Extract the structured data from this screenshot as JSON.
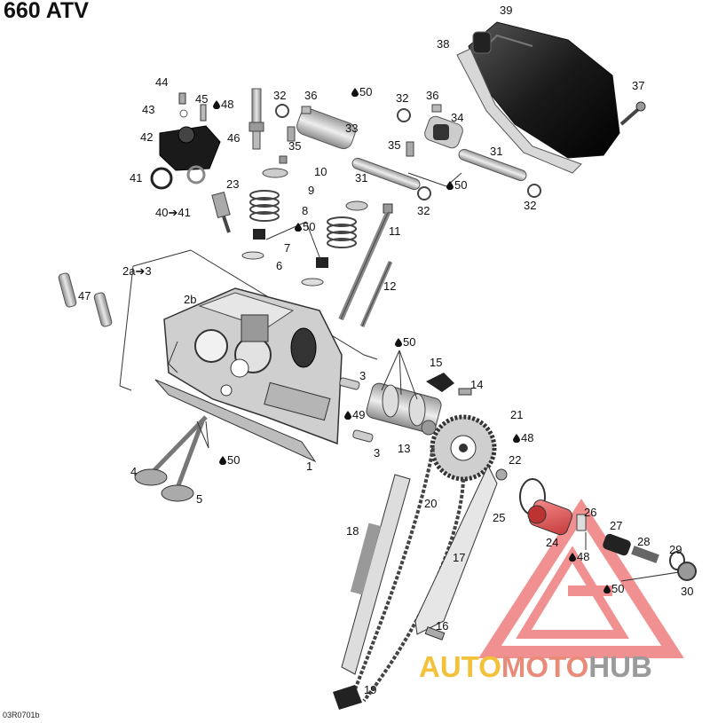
{
  "diagram": {
    "title": "660 ATV",
    "reference_code": "03R0701b",
    "callouts": [
      {
        "id": "c39",
        "text": "39"
      },
      {
        "id": "c38",
        "text": "38"
      },
      {
        "id": "c37",
        "text": "37"
      },
      {
        "id": "c44",
        "text": "44"
      },
      {
        "id": "c45",
        "text": "45"
      },
      {
        "id": "c48a",
        "text": "48",
        "drop": true
      },
      {
        "id": "c43",
        "text": "43"
      },
      {
        "id": "c42",
        "text": "42"
      },
      {
        "id": "c46",
        "text": "46"
      },
      {
        "id": "c32a",
        "text": "32"
      },
      {
        "id": "c36a",
        "text": "36"
      },
      {
        "id": "c50a",
        "text": "50",
        "drop": true
      },
      {
        "id": "c32b",
        "text": "32"
      },
      {
        "id": "c36b",
        "text": "36"
      },
      {
        "id": "c33",
        "text": "33"
      },
      {
        "id": "c34",
        "text": "34"
      },
      {
        "id": "c35a",
        "text": "35"
      },
      {
        "id": "c35b",
        "text": "35"
      },
      {
        "id": "c31a",
        "text": "31"
      },
      {
        "id": "c31b",
        "text": "31"
      },
      {
        "id": "c50b",
        "text": "50",
        "drop": true
      },
      {
        "id": "c10",
        "text": "10"
      },
      {
        "id": "c41",
        "text": "41"
      },
      {
        "id": "c9",
        "text": "9"
      },
      {
        "id": "c23",
        "text": "23"
      },
      {
        "id": "c32c",
        "text": "32"
      },
      {
        "id": "c32d",
        "text": "32"
      },
      {
        "id": "c40",
        "text": "40➔41"
      },
      {
        "id": "c8",
        "text": "8"
      },
      {
        "id": "c50c",
        "text": "50",
        "drop": true
      },
      {
        "id": "c11",
        "text": "11"
      },
      {
        "id": "c7",
        "text": "7"
      },
      {
        "id": "c2a",
        "text": "2a➔3"
      },
      {
        "id": "c6",
        "text": "6"
      },
      {
        "id": "c12",
        "text": "12"
      },
      {
        "id": "c47",
        "text": "47"
      },
      {
        "id": "c2b",
        "text": "2b"
      },
      {
        "id": "c50d",
        "text": "50",
        "drop": true
      },
      {
        "id": "c15",
        "text": "15"
      },
      {
        "id": "c3a",
        "text": "3"
      },
      {
        "id": "c14",
        "text": "14"
      },
      {
        "id": "c49",
        "text": "49",
        "drop": true
      },
      {
        "id": "c21",
        "text": "21"
      },
      {
        "id": "c13",
        "text": "13"
      },
      {
        "id": "c3b",
        "text": "3"
      },
      {
        "id": "c48b",
        "text": "48",
        "drop": true
      },
      {
        "id": "c4",
        "text": "4"
      },
      {
        "id": "c50e",
        "text": "50",
        "drop": true
      },
      {
        "id": "c1",
        "text": "1"
      },
      {
        "id": "c22",
        "text": "22"
      },
      {
        "id": "c5",
        "text": "5"
      },
      {
        "id": "c20",
        "text": "20"
      },
      {
        "id": "c25",
        "text": "25"
      },
      {
        "id": "c26",
        "text": "26"
      },
      {
        "id": "c18",
        "text": "18"
      },
      {
        "id": "c24",
        "text": "24"
      },
      {
        "id": "c27",
        "text": "27"
      },
      {
        "id": "c28",
        "text": "28"
      },
      {
        "id": "c17",
        "text": "17"
      },
      {
        "id": "c48c",
        "text": "48",
        "drop": true
      },
      {
        "id": "c29",
        "text": "29"
      },
      {
        "id": "c50f",
        "text": "50",
        "drop": true
      },
      {
        "id": "c30",
        "text": "30"
      },
      {
        "id": "c16",
        "text": "16"
      },
      {
        "id": "c19",
        "text": "19"
      }
    ]
  },
  "watermark": {
    "part1": "AUTO",
    "part2": "MOTO",
    "part3": "HUB",
    "colors": {
      "yellow": "#f3c23a",
      "salmon": "#e88b79",
      "gray": "#9a9a9a"
    }
  }
}
